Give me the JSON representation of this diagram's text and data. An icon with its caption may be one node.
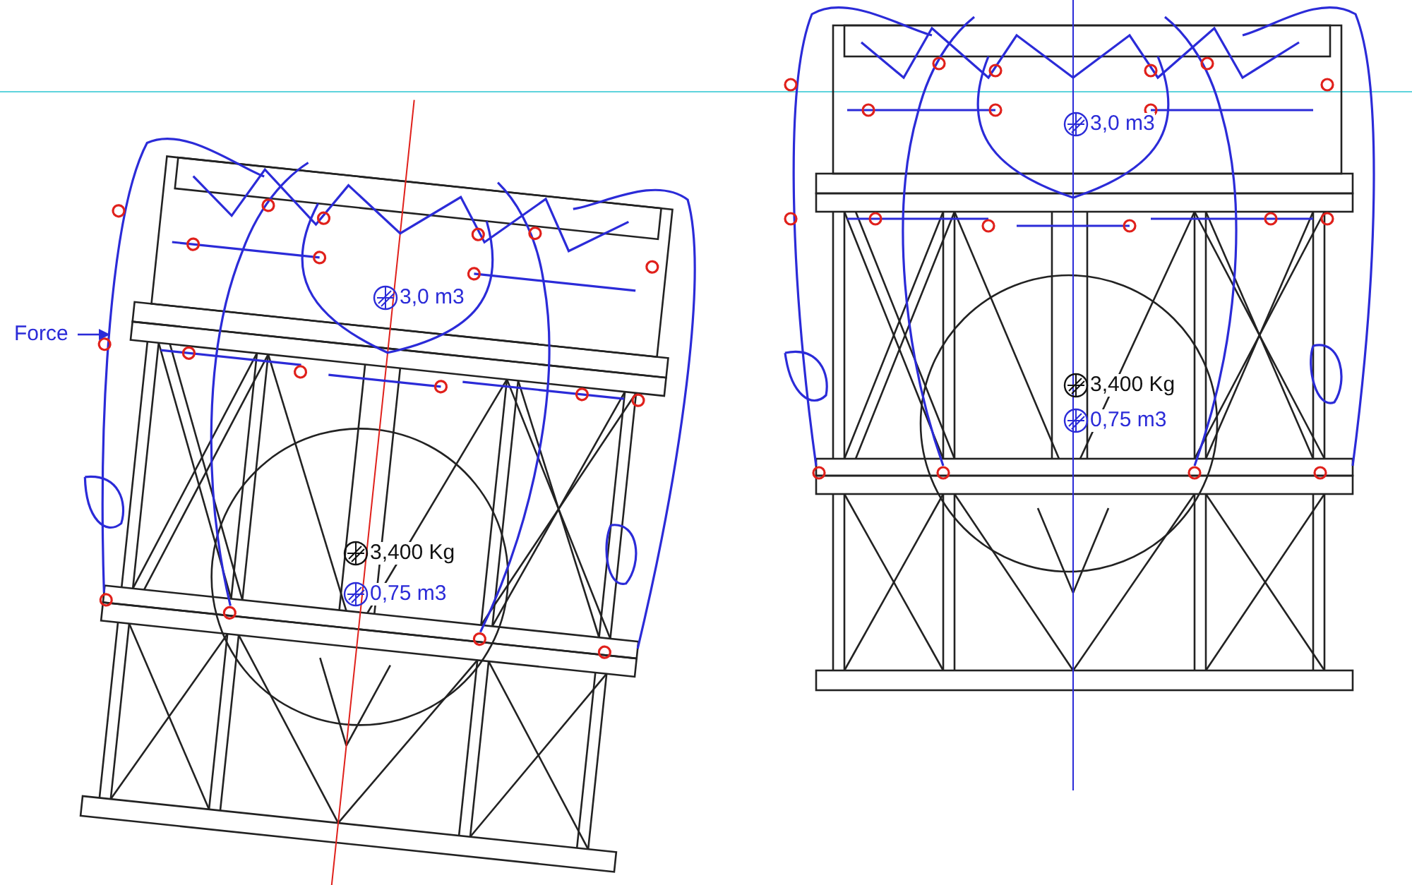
{
  "diagram": {
    "labels": [
      "Force",
      "3,0 m3",
      "3,400 Kg",
      "0,75 m3",
      "3,0 m3",
      "3,400 Kg",
      "0,75 m3"
    ]
  }
}
